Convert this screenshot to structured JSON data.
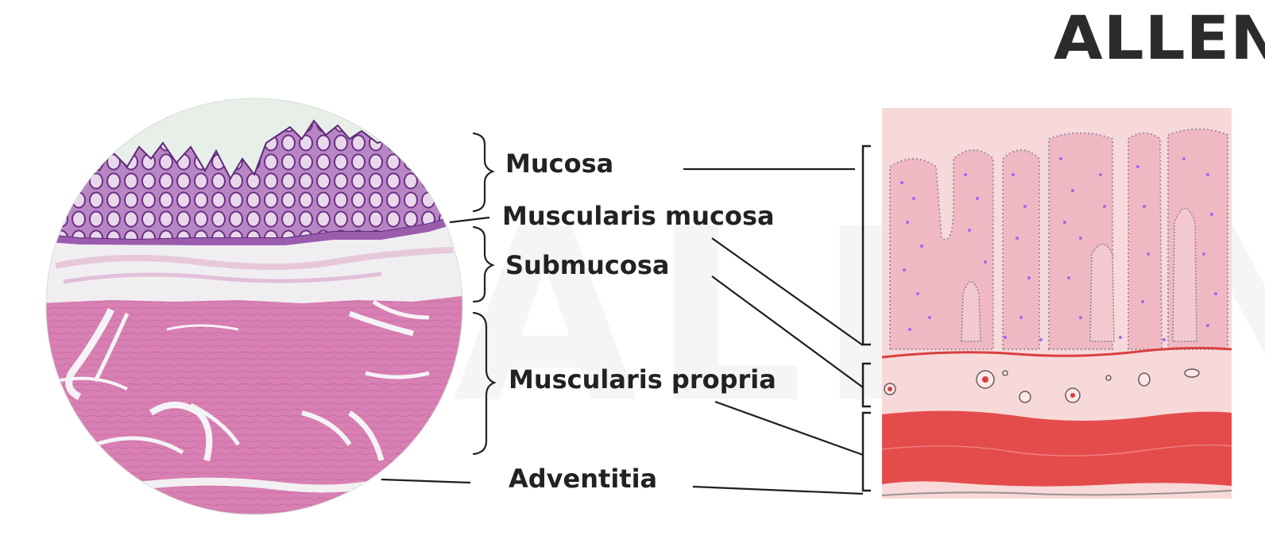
{
  "brand": {
    "logo_text": "ALLEN"
  },
  "labels": {
    "mucosa": "Mucosa",
    "muscularis_mucosa": "Muscularis mucosa",
    "submucosa": "Submucosa",
    "muscularis_propria": "Muscularis propria",
    "adventitia": "Adventitia"
  },
  "colors": {
    "mucosa_purple": "#8a4fa3",
    "muscle_pink": "#d77bb0",
    "submucosa_white": "#f2f0f3",
    "schematic_background": "#f7d9d9",
    "muscularis_mucosa_red": "#d9403f",
    "muscularis_propria_red": "#e44c4c",
    "nuclei_purple": "#9d6cf0",
    "line_color": "#1f1f1f"
  }
}
